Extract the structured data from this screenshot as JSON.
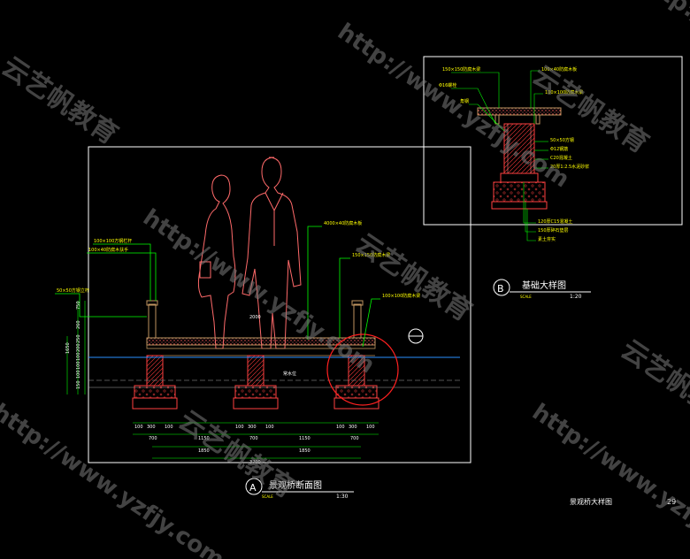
{
  "drawing_a": {
    "title": "景观桥断面图",
    "scale": "1:30",
    "scale_word": "SCALE",
    "marker": "A",
    "notes": [
      "100×100方钢栏杆",
      "100×40防腐木扶手",
      "50×50方钢立杆",
      "4000×40防腐木板",
      "150×150防腐木梁",
      "100×100防腐木梁"
    ],
    "mid_label": "2000",
    "water_label": "常水位",
    "dims_left": [
      "1650",
      "750",
      "260",
      "250",
      "200",
      "100",
      "100",
      "100",
      "150"
    ],
    "dims_bottom_row1": [
      "100",
      "300",
      "100",
      "100",
      "300",
      "100",
      "100",
      "300",
      "100"
    ],
    "dims_bottom_row2": [
      "700",
      "1150",
      "700",
      "1150",
      "700"
    ],
    "dims_bottom_row3": [
      "1850",
      "1850"
    ],
    "dims_bottom_total": "3700"
  },
  "drawing_b": {
    "title": "基础大样图",
    "scale": "1:20",
    "scale_word": "SCALE",
    "marker": "B",
    "notes_left": [
      "150×150防腐木梁",
      "Φ16螺栓",
      "角钢"
    ],
    "notes_right": [
      "100×40防腐木板",
      "100×100防腐木梁",
      "50×50方钢",
      "Φ12钢筋",
      "C20混凝土",
      "20厚1:2.5水泥砂浆"
    ],
    "notes_bottom": [
      "120厚C15混凝土",
      "150厚碎石垫层",
      "素土夯实"
    ]
  },
  "sheet_title": "景观桥大样图",
  "page_number": "29",
  "watermark_url": "http://www.yzfjy.com",
  "watermark_name": "云艺帆教育",
  "colors": {
    "background": "#000000",
    "frame": "#ffffff",
    "leader": "#00ff00",
    "accent_red": "#ff0000",
    "wood": "#c09560",
    "dimension": "#00ff00",
    "note_text": "#ffff00",
    "water": "#00bfff"
  }
}
